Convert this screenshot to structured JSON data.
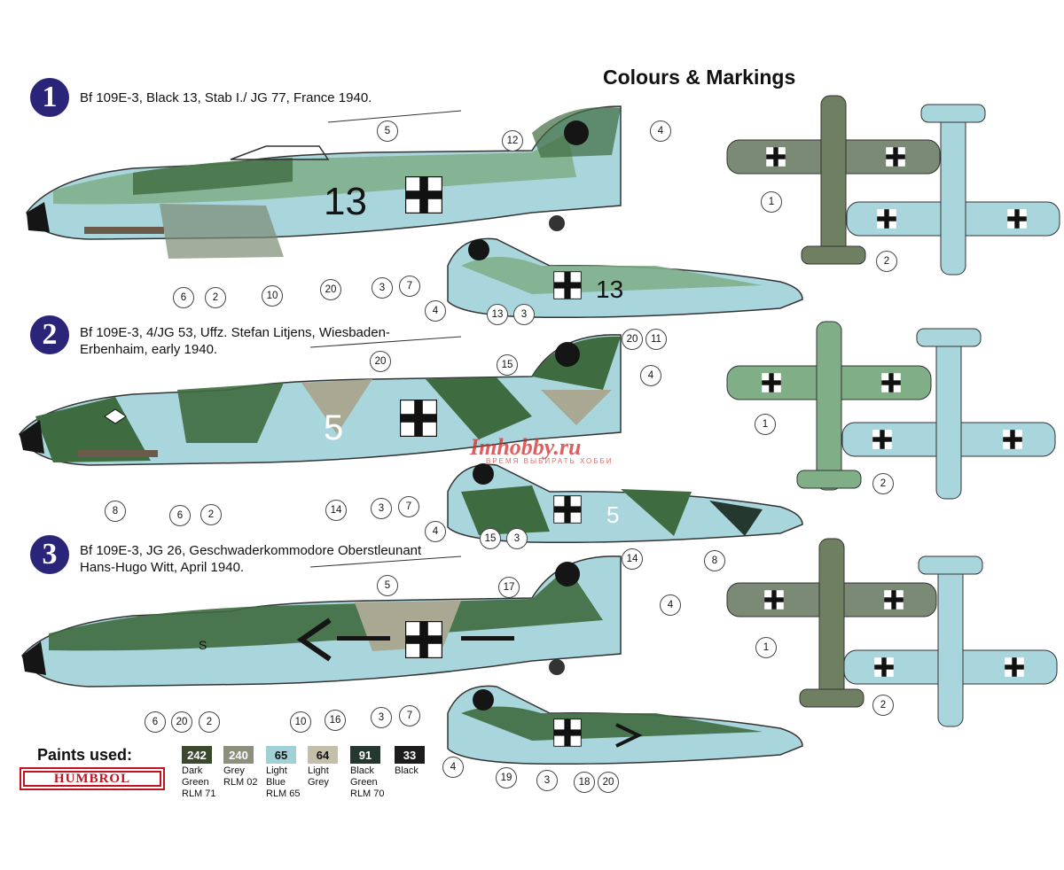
{
  "title": "Colours & Markings",
  "schemes": [
    {
      "number": "1",
      "caption_lines": [
        "Bf 109E-3, Black 13, Stab I./ JG 77, France 1940."
      ],
      "fuselage_code": "13"
    },
    {
      "number": "2",
      "caption_lines": [
        "Bf 109E-3, 4/JG 53, Uffz. Stefan Litjens, Wiesbaden-",
        "Erbenhaim, early 1940."
      ],
      "fuselage_code": "5"
    },
    {
      "number": "3",
      "caption_lines": [
        "Bf 109E-3, JG 26, Geschwaderkommodore Oberstleunant",
        "Hans-Hugo Witt, April 1940."
      ],
      "fuselage_code": "S"
    }
  ],
  "callouts": [
    "5",
    "4",
    "12",
    "6",
    "2",
    "10",
    "20",
    "3",
    "7",
    "4",
    "13",
    "3",
    "20",
    "11",
    "20",
    "4",
    "15",
    "8",
    "6",
    "2",
    "14",
    "3",
    "7",
    "4",
    "15",
    "3",
    "14",
    "8",
    "5",
    "17",
    "4",
    "6",
    "20",
    "2",
    "10",
    "16",
    "3",
    "7",
    "4",
    "19",
    "3",
    "18",
    "20",
    "1",
    "2",
    "1",
    "2",
    "1",
    "2"
  ],
  "paints_label": "Paints used:",
  "brand": "HUMBROL",
  "paints": [
    {
      "code": "242",
      "lines": [
        "Dark",
        "Green",
        "RLM 71"
      ],
      "color": "#3b4a2f",
      "text_color": "#ffffff"
    },
    {
      "code": "240",
      "lines": [
        "Grey",
        "RLM 02"
      ],
      "color": "#8d8f7d",
      "text_color": "#ffffff"
    },
    {
      "code": "65",
      "lines": [
        "Light",
        "Blue",
        "RLM 65"
      ],
      "color": "#9fd1d6",
      "text_color": "#111111"
    },
    {
      "code": "64",
      "lines": [
        "Light",
        "Grey"
      ],
      "color": "#c3bfa9",
      "text_color": "#111111"
    },
    {
      "code": "91",
      "lines": [
        "Black",
        "Green",
        "RLM 70"
      ],
      "color": "#24382f",
      "text_color": "#ffffff"
    },
    {
      "code": "33",
      "lines": [
        "Black"
      ],
      "color": "#1c1c1c",
      "text_color": "#ffffff"
    }
  ],
  "watermark": "Imhobby.ru",
  "watermark_sub": "ВРЕМЯ ВЫБИРАТЬ ХОББИ",
  "colors": {
    "dark_green": "#3e6b3f",
    "light_blue": "#a9d6dc",
    "grey": "#a9a993",
    "black": "#151515",
    "accent_badge": "#2a2578"
  }
}
